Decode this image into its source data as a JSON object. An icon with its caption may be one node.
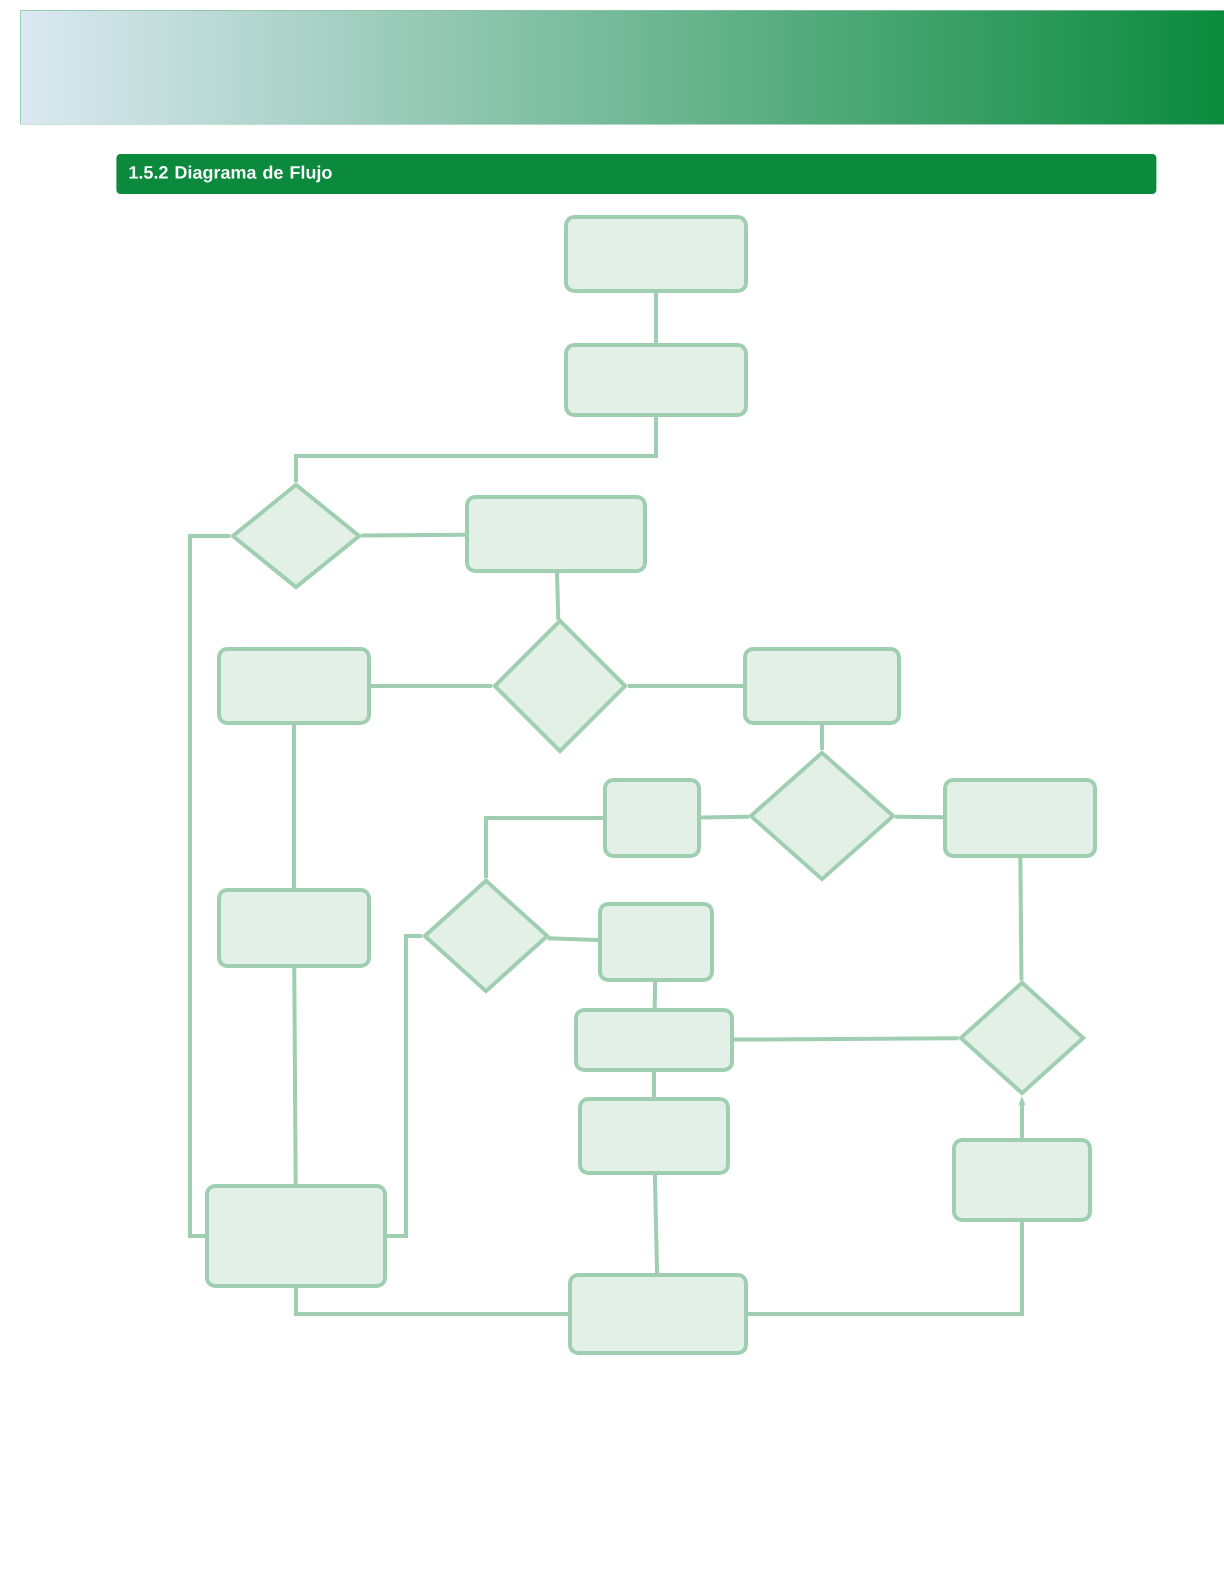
{
  "diagram": {
    "title": "1.5.2 Diagrama de Flujo",
    "nodes": [
      {
        "text": [],
        "shape": "box"
      },
      {
        "text": [],
        "shape": "box"
      },
      {
        "text": [],
        "shape": "diamond"
      },
      {
        "text": [],
        "shape": "box"
      },
      {
        "text": [],
        "shape": "box"
      },
      {
        "text": [],
        "shape": "diamond"
      },
      {
        "text": [],
        "shape": "box"
      },
      {
        "text": [],
        "shape": "box"
      },
      {
        "text": [],
        "shape": "diamond"
      },
      {
        "text": [],
        "shape": "box"
      },
      {
        "text": [],
        "shape": "box"
      },
      {
        "text": [],
        "shape": "diamond"
      },
      {
        "text": [],
        "shape": "box"
      },
      {
        "text": [],
        "shape": "box"
      },
      {
        "text": [],
        "shape": "diamond"
      },
      {
        "text": [],
        "shape": "box"
      },
      {
        "text": [],
        "shape": "box"
      },
      {
        "text": [],
        "shape": "box"
      },
      {
        "text": [],
        "shape": "box"
      }
    ],
    "edges": [
      {
        "from": 0,
        "to": 1,
        "arrow": "none"
      },
      {
        "from": 1,
        "to": 2,
        "arrow": "none"
      },
      {
        "from": 2,
        "to": 3,
        "arrow": "none"
      },
      {
        "from": 3,
        "to": 5,
        "arrow": "none"
      },
      {
        "from": 5,
        "to": 4,
        "arrow": "none"
      },
      {
        "from": 5,
        "to": 6,
        "arrow": "none"
      },
      {
        "from": 6,
        "to": 8,
        "arrow": "none"
      },
      {
        "from": 8,
        "to": 7,
        "arrow": "none"
      },
      {
        "from": 8,
        "to": 9,
        "arrow": "none"
      },
      {
        "from": 7,
        "to": 11,
        "arrow": "none"
      },
      {
        "from": 11,
        "to": 12,
        "arrow": "none"
      },
      {
        "from": 12,
        "to": 13,
        "arrow": "none"
      },
      {
        "from": 13,
        "to": 14,
        "arrow": "none"
      },
      {
        "from": 9,
        "to": 14,
        "arrow": "none"
      },
      {
        "from": 16,
        "to": 14,
        "arrow": "to"
      },
      {
        "from": 13,
        "to": 15,
        "arrow": "none"
      },
      {
        "from": 15,
        "to": 18,
        "arrow": "none"
      },
      {
        "from": 4,
        "to": 10,
        "arrow": "none"
      },
      {
        "from": 10,
        "to": 17,
        "arrow": "none"
      },
      {
        "from": 11,
        "to": 17,
        "arrow": "none"
      },
      {
        "from": 17,
        "to": 18,
        "arrow": "none"
      },
      {
        "from": 16,
        "to": 18,
        "arrow": "none"
      },
      {
        "from": 2,
        "to": 17,
        "arrow": "none"
      }
    ]
  }
}
